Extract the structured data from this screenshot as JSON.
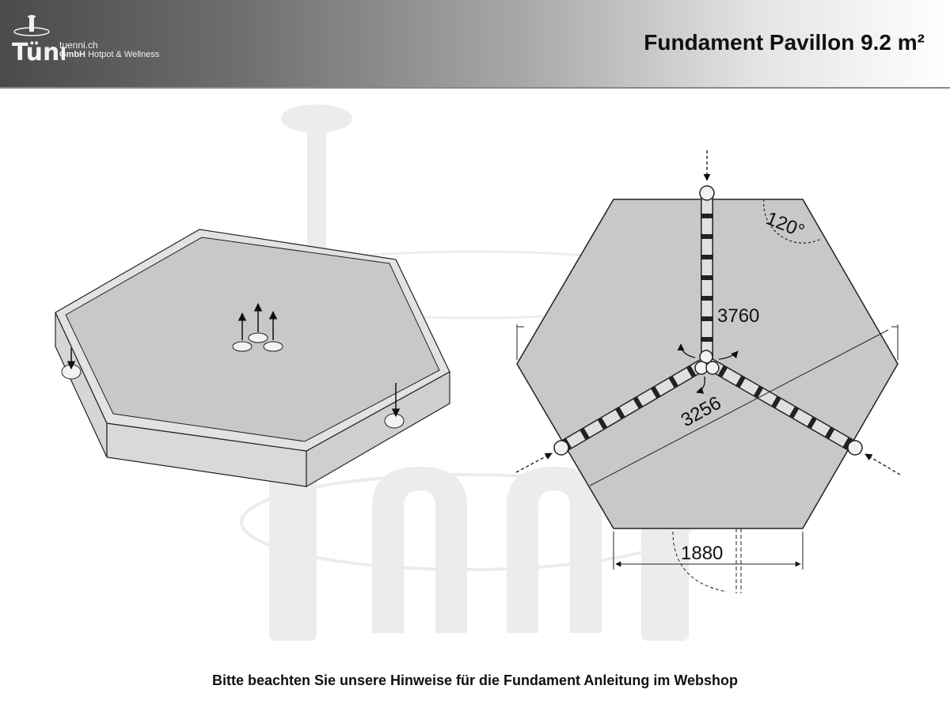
{
  "logo": {
    "wordmark": "Tünni",
    "domain": "tuenni.ch",
    "company_prefix": "GmbH",
    "company_suffix": "Hotpot & Wellness"
  },
  "title": "Fundament Pavillon 9.2 m²",
  "plan": {
    "angle_label": "120°",
    "dim_arm_length": "3760",
    "dim_width": "3256",
    "dim_side": "1880"
  },
  "footer": "Bitte beachten Sie unsere Hinweise für die Fundament Anleitung im Webshop",
  "colors": {
    "slab_fill": "#c8c8c8",
    "slab_edge": "#8c8c8c",
    "outline": "#222222",
    "watermark": "#ececec",
    "header_dark": "#4a4a4a"
  }
}
